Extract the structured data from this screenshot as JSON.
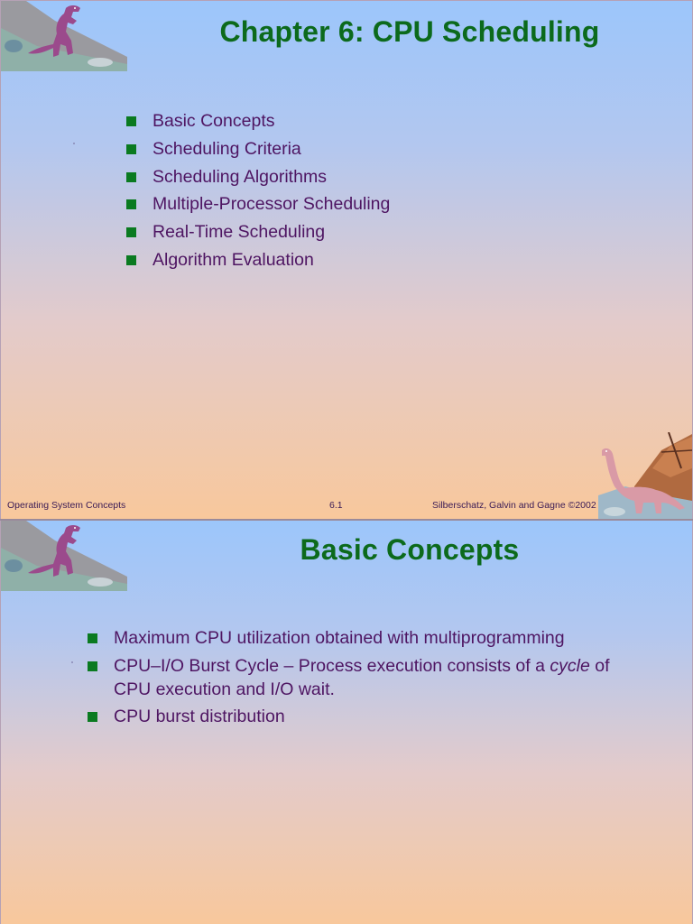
{
  "slide1": {
    "title": "Chapter 6:  CPU Scheduling",
    "bullets": [
      "Basic Concepts",
      "Scheduling Criteria",
      "Scheduling Algorithms",
      "Multiple-Processor Scheduling",
      "Real-Time Scheduling",
      "Algorithm Evaluation"
    ],
    "footer": {
      "left": "Operating System Concepts",
      "center": "6.1",
      "right": "Silberschatz, Galvin and  Gagne ©2002"
    }
  },
  "slide2": {
    "title": "Basic Concepts",
    "bullets": [
      {
        "text": "Maximum CPU utilization obtained with multiprogramming"
      },
      {
        "text_before": "CPU–I/O Burst Cycle – Process execution consists of a",
        "emphasis": "cycle",
        "text_after": " of CPU execution and I/O wait."
      },
      {
        "text": "CPU burst distribution"
      }
    ]
  },
  "colors": {
    "title": "#0c6a1c",
    "bullet_text": "#4e1562",
    "bullet_marker": "#0a7a20"
  },
  "icons": [
    "dinosaur-trex-icon",
    "dinosaur-brontosaurus-icon"
  ]
}
